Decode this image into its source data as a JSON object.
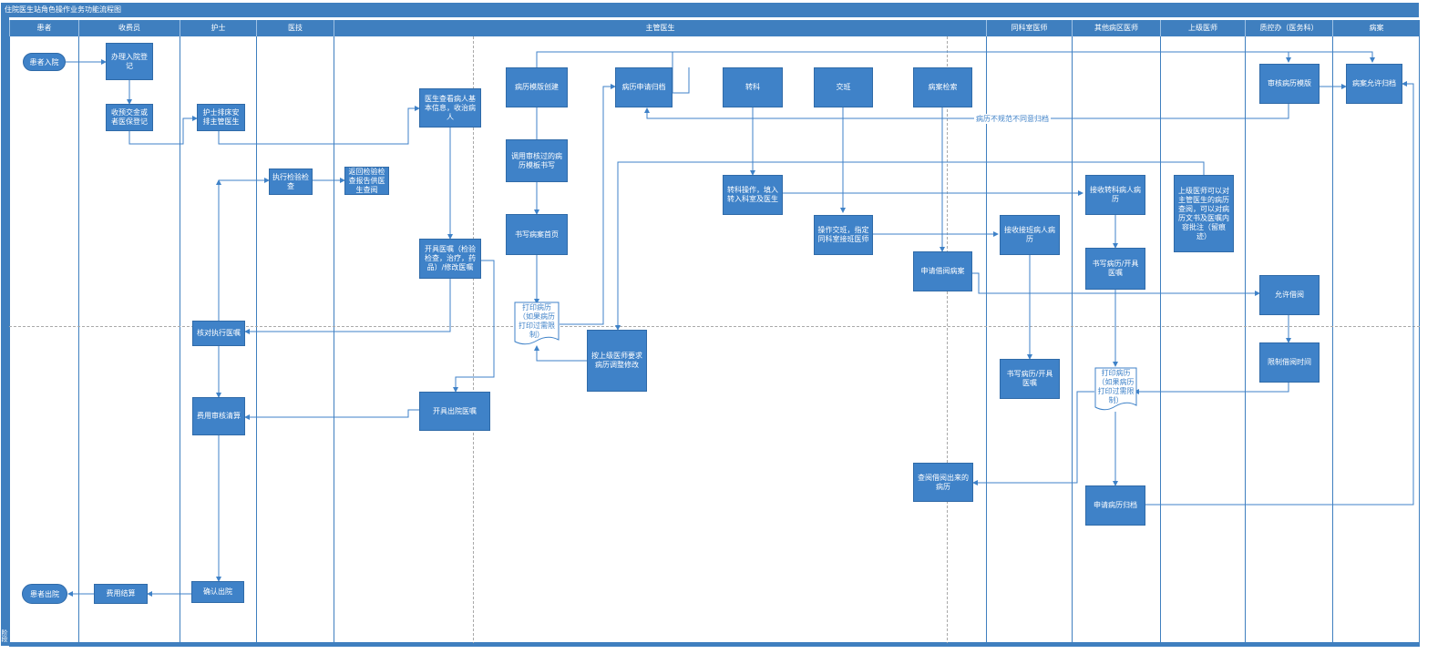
{
  "title": "住院医生站角色操作业务功能流程图",
  "side_label": "阶段",
  "colors": {
    "lane_header": "#3f7fbf",
    "node": "#3f82c8",
    "connector": "#3f82c8",
    "dashed": "#a9a9a9"
  },
  "lanes": [
    {
      "id": "patient",
      "label": "患者"
    },
    {
      "id": "cashier",
      "label": "收费员"
    },
    {
      "id": "nurse",
      "label": "护士"
    },
    {
      "id": "tech",
      "label": "医技"
    },
    {
      "id": "attending",
      "label": "主管医生"
    },
    {
      "id": "same_dept",
      "label": "同科室医师"
    },
    {
      "id": "other_ward",
      "label": "其他病区医师"
    },
    {
      "id": "superior",
      "label": "上级医师"
    },
    {
      "id": "qc",
      "label": "质控办（医务科）"
    },
    {
      "id": "records",
      "label": "病案"
    }
  ],
  "nodes": {
    "admit": "患者入院",
    "admission_reg": "办理入院登记",
    "deposit": "收预交金或者医保登记",
    "nurse_bed": "护士排床安排主管医生",
    "doc_view": "医生查看病人基本信息，收治病人",
    "exec_exam": "执行检验检查",
    "return_exam": "返回检验检查报告供医生查阅",
    "order": "开具医嘱（检验检查，治疗，药品）/修改医嘱",
    "verify_order": "核对执行医嘱",
    "template_create": "病历模版创建",
    "apply_archive": "病历申请归档",
    "transfer": "转科",
    "handover": "交班",
    "search": "病案检索",
    "audit_template": "审核病历模版",
    "allow_archive": "病案允许归档",
    "not_agree": "病历不规范不同意归档",
    "call_template": "调用审核过的病历模板书写",
    "write_first": "书写病案首页",
    "print1": "打印病历（如果病历打印过需限制）",
    "modify": "按上级医师要求病历调整修改",
    "transfer_op": "转科操作，填入转入科室及医生",
    "handover_op": "操作交班，指定同科室接班医师",
    "receive_transfer": "接收转科病人病历",
    "superior_note": "上级医师可以对主管医生的病历查阅，可以对病历文书及医嘱内容批注（留痕迹）",
    "receive_shift": "接收接班病人病历",
    "write_other": "书写病历/开具医嘱",
    "apply_borrow": "申请借阅病案",
    "allow_borrow": "允许借阅",
    "limit_borrow": "限制借阅时间",
    "write_same": "书写病历/开具医嘱",
    "print2": "打印病历（如果病历打印过需限制）",
    "discharge_order": "开具出院医嘱",
    "fee_audit": "费用审核清算",
    "view_borrowed": "查阅借阅出来的病历",
    "apply_archive2": "申请病历归档",
    "confirm_discharge": "确认出院",
    "fee_settle": "费用结算",
    "discharged": "患者出院"
  }
}
